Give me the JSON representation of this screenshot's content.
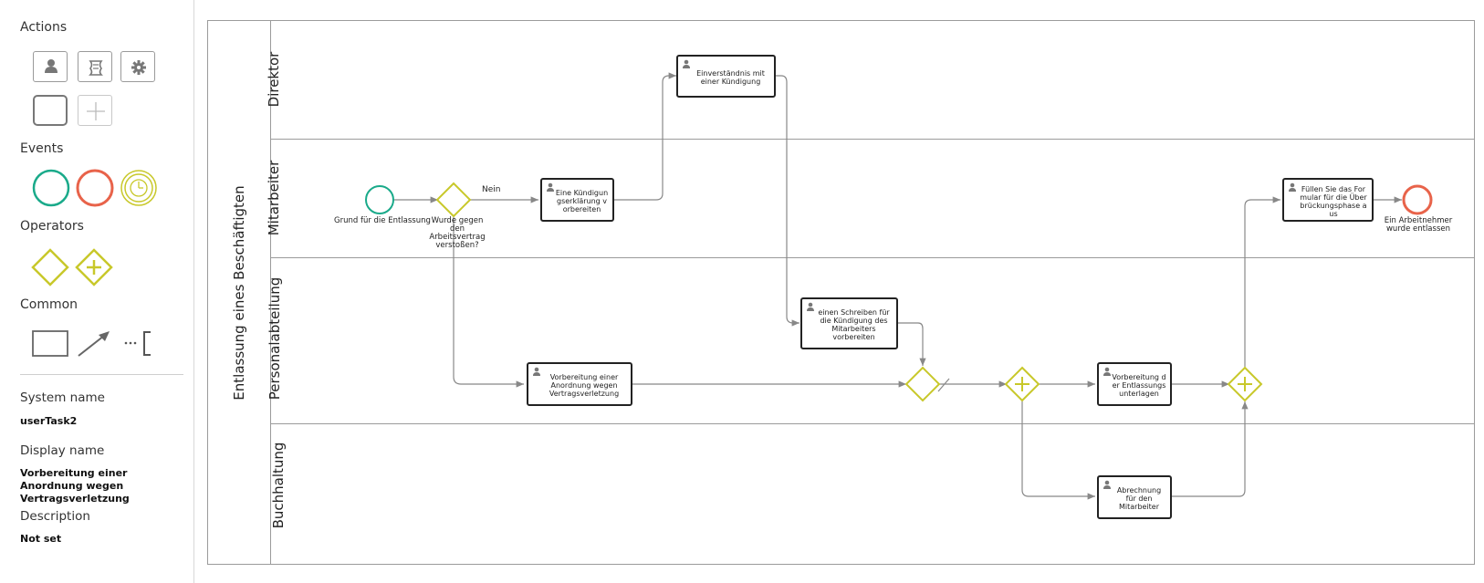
{
  "sidebar": {
    "sections": {
      "actions": "Actions",
      "events": "Events",
      "operators": "Operators",
      "common": "Common"
    },
    "tool_icons": {
      "user_task": "user-icon",
      "script_task": "script-icon",
      "service_task": "gear-icon",
      "subprocess": "rounded-rect-icon",
      "add": "plus-icon",
      "start_event": "circle-green-icon",
      "end_event": "circle-red-icon",
      "timer_event": "timer-icon",
      "exclusive_gateway": "diamond-icon",
      "parallel_gateway": "diamond-plus-icon",
      "annotation_box": "rectangle-icon",
      "connector": "arrow-icon",
      "text_annotation": "bracket-icon"
    },
    "properties": {
      "system_name_label": "System name",
      "system_name_value": "userTask2",
      "display_name_label": "Display name",
      "display_name_value": "Vorbereitung einer Anordnung wegen Vertragsverletzung",
      "description_label": "Description",
      "description_value": "Not set"
    }
  },
  "diagram": {
    "pool_title": "Entlassung eines Beschäftigten",
    "lanes": [
      "Direktor",
      "Mitarbeiter",
      "Personalabteilung",
      "Buchhaltung"
    ],
    "tasks": {
      "consent": "Einverständnis mit einer Kündigung",
      "prepare_notice": "Eine Kündigungserklärung vorbereiten",
      "fill_form": "Füllen Sie das Formular für die Überbrückungsphase aus",
      "letter": "einen Schreiben für die Kündigung des Mitarbeiters vorbereiten",
      "order": "Vorbereitung einer Anordnung wegen Vertragsverletzung",
      "dismissal_docs": "Vorbereitung der Entlassungsunterlagen",
      "settlement": "Abrechnung für den Mitarbeiter"
    },
    "events": {
      "start": "Grund für die Entlassung",
      "end": "Ein Arbeitnehmer wurde entlassen"
    },
    "gateway_question": "Wurde gegen den Arbeitsvertrag verstoßen?",
    "flow_label_no": "Nein"
  },
  "colors": {
    "start_event": "#1aaa8a",
    "end_event": "#e8634a",
    "gateway": "#c8c82a",
    "border": "#9b9b9b",
    "flow": "#888888"
  }
}
